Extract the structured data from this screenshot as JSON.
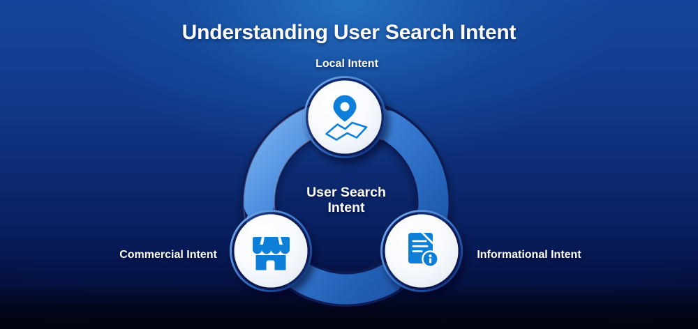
{
  "title": "Understanding User Search Intent",
  "center_label": {
    "line1": "User Search",
    "line2": "Intent"
  },
  "nodes": [
    {
      "label": "Local Intent",
      "icon": "location-pin-map-icon",
      "position": "top"
    },
    {
      "label": "Commercial Intent",
      "icon": "storefront-icon",
      "position": "bottom-left"
    },
    {
      "label": "Informational Intent",
      "icon": "document-info-icon",
      "position": "bottom-right"
    }
  ],
  "colors": {
    "background_top": "#1766B8",
    "background_bottom": "#02051A",
    "ring_light": "#85B9F2",
    "ring_mid": "#3F83DC",
    "ring_deep": "#1B4796",
    "ring_outline": "#0A1C55",
    "icon_blue": "#0F7FD9",
    "node_fill": "#FBFCFE",
    "text": "#FFFFFF"
  }
}
